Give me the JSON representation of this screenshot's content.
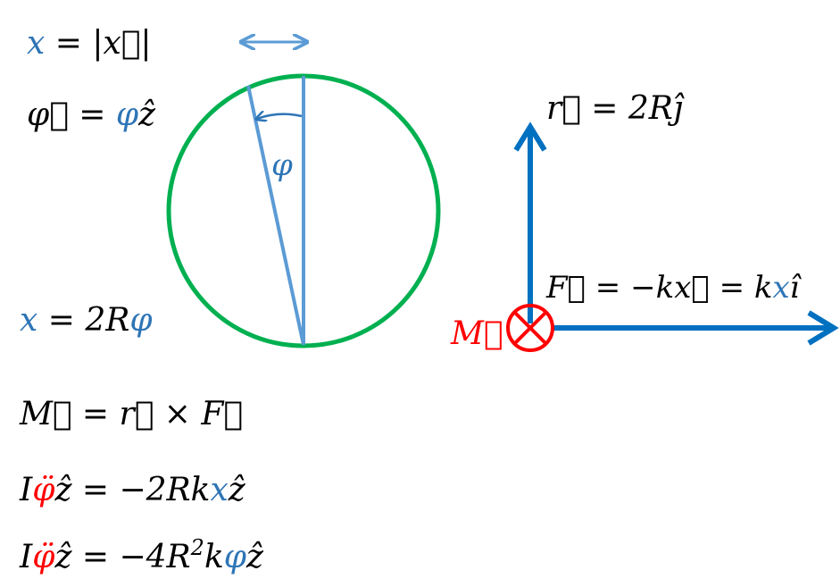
{
  "colors": {
    "black": "#000000",
    "variable_blue": "#2E75B6",
    "light_blue": "#5B9BD5",
    "force_blue": "#0070C0",
    "red": "#FF0000",
    "circle_green": "#00B050"
  },
  "icons": {
    "double_arrow": "double-headed-horizontal-arrow",
    "moment_symbol": "circled-times-into-page"
  },
  "equations": {
    "x_def": {
      "lhs": "x",
      "eq": " = |",
      "vec": "x⃗",
      "end": "|"
    },
    "phi_def": {
      "lhs": "φ⃗",
      "eq": " = ",
      "var": "φ",
      "unit": "ẑ"
    },
    "x_arc": {
      "lhs": "x",
      "eq": " = 2R",
      "var": "φ"
    },
    "moment_def": {
      "lhs": "M⃗",
      "rhs": " = r⃗ × F⃗"
    },
    "eq_motion_1": {
      "lhs": "I",
      "acc": "φ̈",
      "mid": "ẑ = −2Rk",
      "var": "x",
      "end": "ẑ"
    },
    "eq_motion_2": {
      "lhs": "I",
      "acc": "φ̈",
      "mid": "ẑ = −4R",
      "sup": "2",
      "k": "k",
      "var": "φ",
      "end": "ẑ"
    },
    "r_def": {
      "text": "r⃗ = 2Rĵ"
    },
    "force_def": {
      "pre": "F⃗ = −kx⃗ = k",
      "var": "x",
      "end": "î"
    }
  },
  "labels": {
    "phi_angle": "φ",
    "moment": "M⃗"
  }
}
